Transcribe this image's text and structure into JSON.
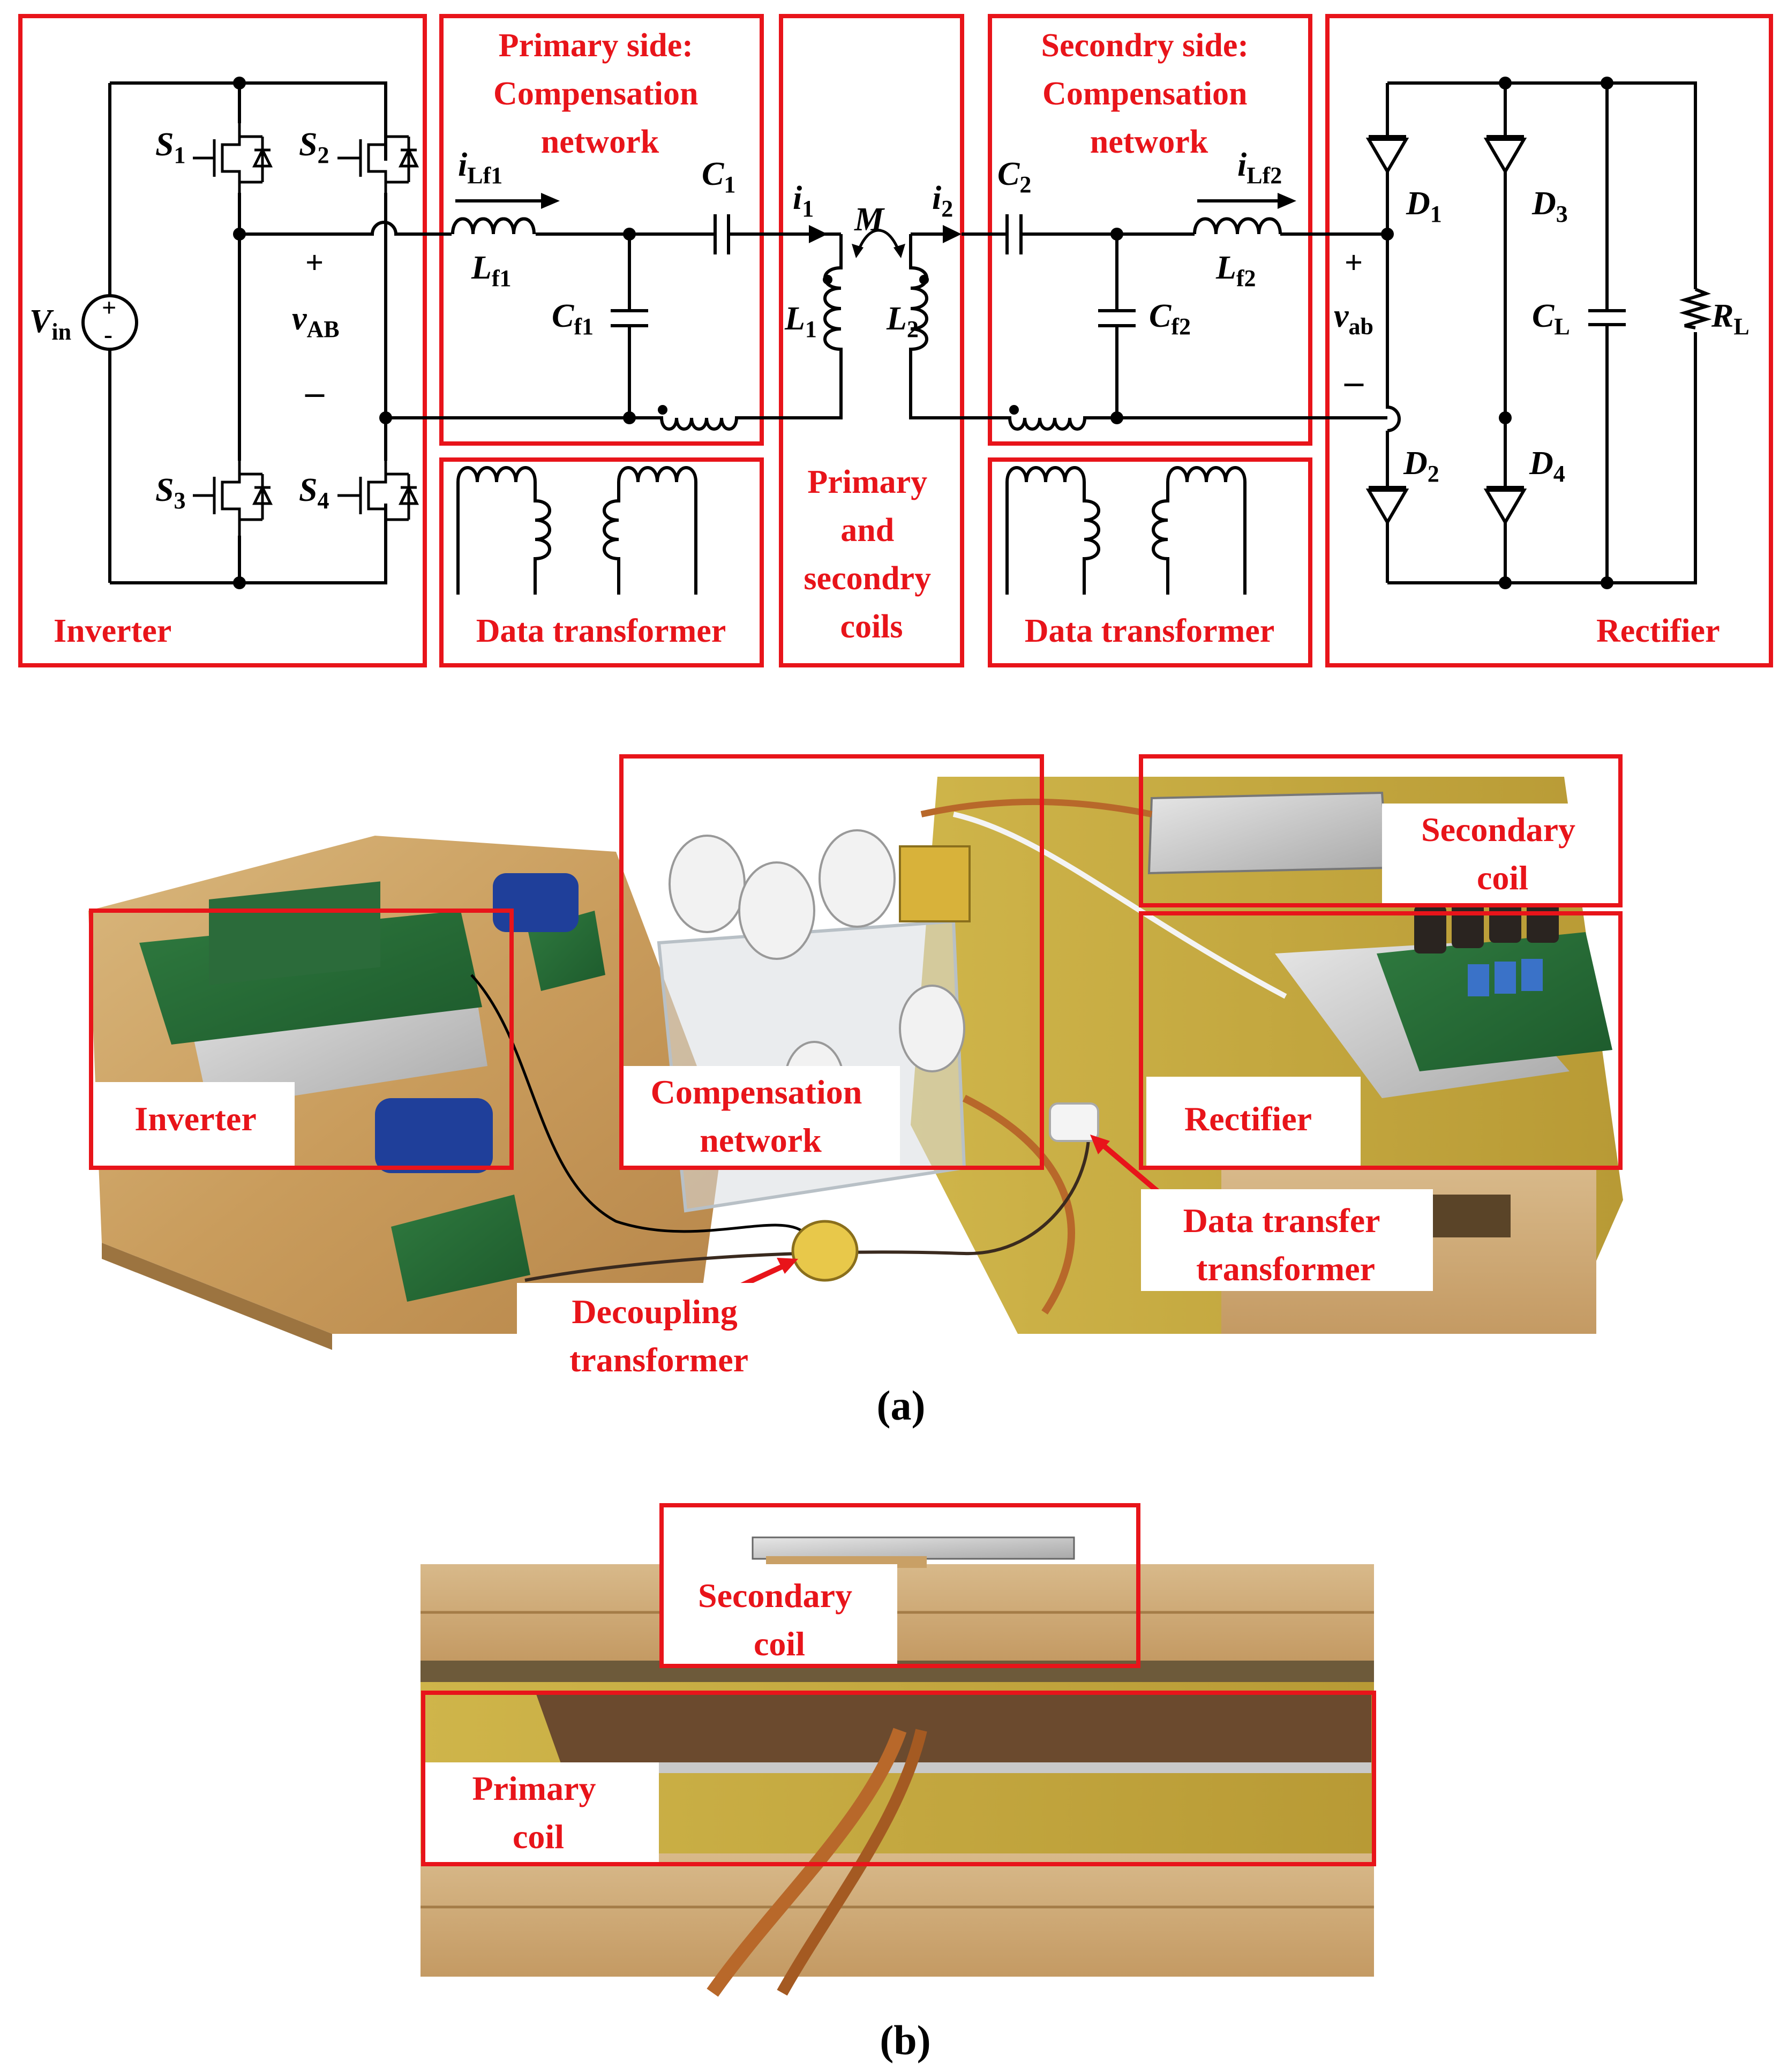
{
  "schematic": {
    "blocks": {
      "inverter": "Inverter",
      "primary_comp": [
        "Primary side:",
        "Compensation",
        "network"
      ],
      "coils": [
        "Primary",
        "and",
        "secondry",
        "coils"
      ],
      "secondary_comp": [
        "Secondry side:",
        "Compensation",
        "network"
      ],
      "rectifier": "Rectifier",
      "data_tx_primary": "Data transformer",
      "data_tx_secondary": "Data transformer"
    },
    "components": {
      "vin": "V",
      "vin_sub": "in",
      "s1": "S",
      "s1_sub": "1",
      "s2": "S",
      "s2_sub": "2",
      "s3": "S",
      "s3_sub": "3",
      "s4": "S",
      "s4_sub": "4",
      "vab_plus": "+",
      "vab": "v",
      "vab_sub": "AB",
      "vab_minus": "–",
      "ilf1": "i",
      "ilf1_sub": "Lf1",
      "lf1": "L",
      "lf1_sub": "f1",
      "cf1": "C",
      "cf1_sub": "f1",
      "c1": "C",
      "c1_sub": "1",
      "i1": "i",
      "i1_sub": "1",
      "m": "M",
      "i2": "i",
      "i2_sub": "2",
      "l1": "L",
      "l1_sub": "1",
      "l2": "L",
      "l2_sub": "2",
      "c2": "C",
      "c2_sub": "2",
      "cf2": "C",
      "cf2_sub": "f2",
      "ilf2": "i",
      "ilf2_sub": "Lf2",
      "lf2": "L",
      "lf2_sub": "f2",
      "vab2_plus": "+",
      "vab2": "v",
      "vab2_sub": "ab",
      "vab2_minus": "–",
      "d1": "D",
      "d1_sub": "1",
      "d2": "D",
      "d2_sub": "2",
      "d3": "D",
      "d3_sub": "3",
      "d4": "D",
      "d4_sub": "4",
      "cl": "C",
      "cl_sub": "L",
      "rl": "R",
      "rl_sub": "L"
    }
  },
  "photo_a": {
    "labels": {
      "inverter": "Inverter",
      "compensation": [
        "Compensation",
        "network"
      ],
      "secondary_coil": [
        "Secondary",
        "coil"
      ],
      "rectifier": "Rectifier",
      "data_transfer": [
        "Data transfer",
        "transformer"
      ],
      "decoupling": [
        "Decoupling",
        "transformer"
      ]
    },
    "caption": "(a)"
  },
  "photo_b": {
    "labels": {
      "secondary_coil": [
        "Secondary",
        "coil"
      ],
      "primary_coil": [
        "Primary",
        "coil"
      ]
    },
    "caption": "(b)"
  },
  "colors": {
    "highlight": "#e8141a",
    "wire": "#000000"
  }
}
